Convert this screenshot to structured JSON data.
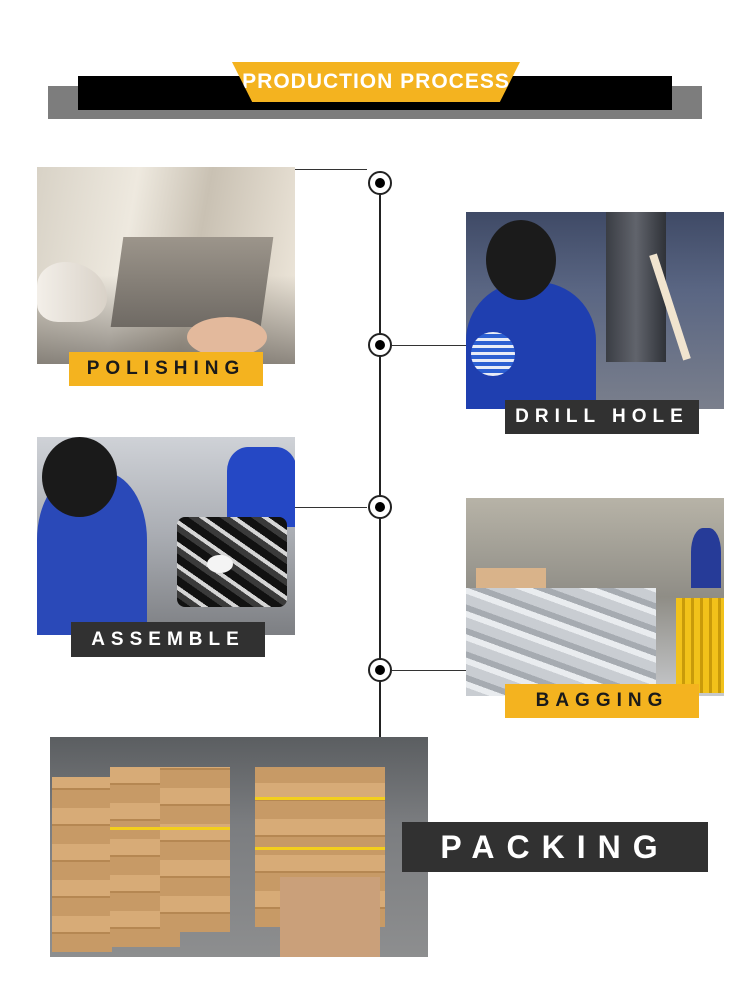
{
  "header": {
    "title": "PRODUCTION PROCESS"
  },
  "steps": {
    "polishing": "POLISHING",
    "drill_hole": "DRILL HOLE",
    "assemble": "ASSEMBLE",
    "bagging": "BAGGING",
    "packing": "PACKING"
  },
  "colors": {
    "accent": "#f4b31f",
    "dark_label": "#313131",
    "header_black": "#000000",
    "header_gray": "#7d7d7d"
  }
}
